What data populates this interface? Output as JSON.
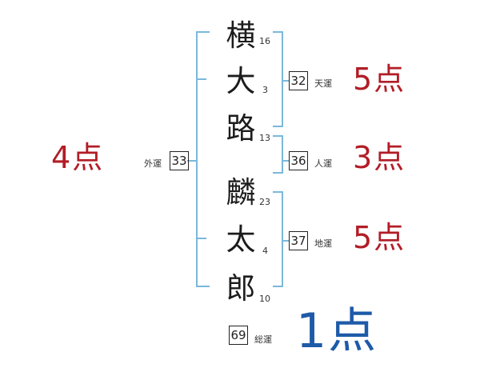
{
  "characters": [
    {
      "kanji": "横",
      "strokes": "16"
    },
    {
      "kanji": "大",
      "strokes": "3"
    },
    {
      "kanji": "路",
      "strokes": "13"
    },
    {
      "kanji": "麟",
      "strokes": "23"
    },
    {
      "kanji": "太",
      "strokes": "4"
    },
    {
      "kanji": "郎",
      "strokes": "10"
    }
  ],
  "tenkaku": {
    "value": "32",
    "label": "天運",
    "score": "5点"
  },
  "jinkaku": {
    "value": "36",
    "label": "人運",
    "score": "3点"
  },
  "chikaku": {
    "value": "37",
    "label": "地運",
    "score": "5点"
  },
  "gaikaku": {
    "value": "33",
    "label": "外運",
    "score": "4点"
  },
  "soukaku": {
    "value": "69",
    "label": "総運",
    "score": "1点"
  },
  "colors": {
    "bracket": "#7ab8dc",
    "score_red": "#b21d26",
    "score_blue": "#1e5aa8"
  }
}
